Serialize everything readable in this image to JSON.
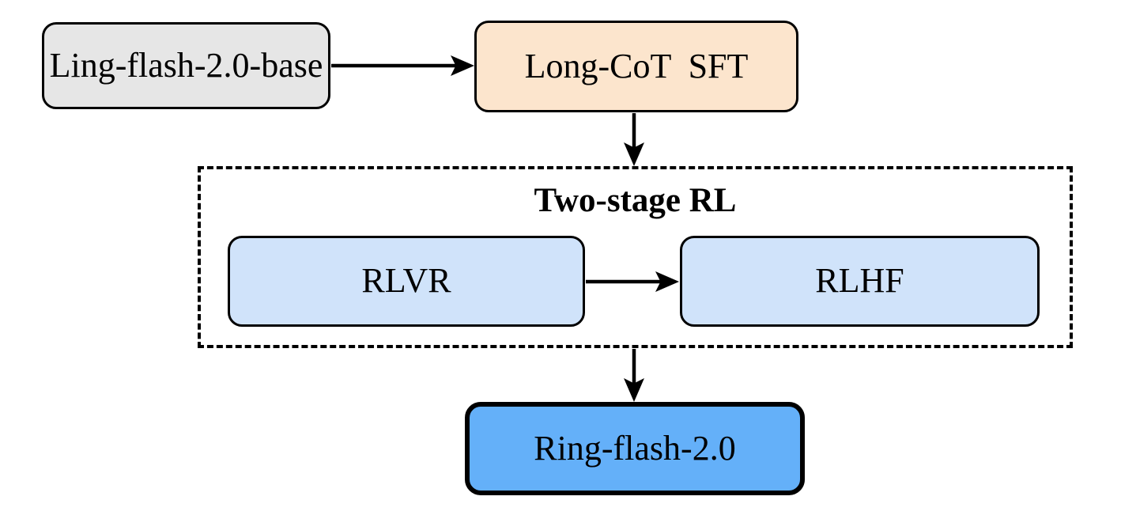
{
  "diagram": {
    "nodes": [
      {
        "id": "base",
        "label": "Ling-flash-2.0-base",
        "fill": "#e6e6e6"
      },
      {
        "id": "sft",
        "label": "Long-CoT  SFT",
        "fill": "#fce5cd"
      },
      {
        "id": "rlvr",
        "label": "RLVR",
        "fill": "#d0e3fa"
      },
      {
        "id": "rlhf",
        "label": "RLHF",
        "fill": "#d0e3fa"
      },
      {
        "id": "ring",
        "label": "Ring-flash-2.0",
        "fill": "#64b0f9"
      }
    ],
    "group": {
      "id": "two-stage-rl",
      "label": "Two-stage RL"
    },
    "edges": [
      {
        "from": "base",
        "to": "sft"
      },
      {
        "from": "sft",
        "to": "two-stage-rl"
      },
      {
        "from": "rlvr",
        "to": "rlhf"
      },
      {
        "from": "two-stage-rl",
        "to": "ring"
      }
    ],
    "colors": {
      "stroke": "#000000",
      "canvas_bg": "#ffffff",
      "base_fill": "#e6e6e6",
      "sft_fill": "#fce5cd",
      "stage_fill": "#d0e3fa",
      "ring_fill": "#64b0f9"
    }
  }
}
